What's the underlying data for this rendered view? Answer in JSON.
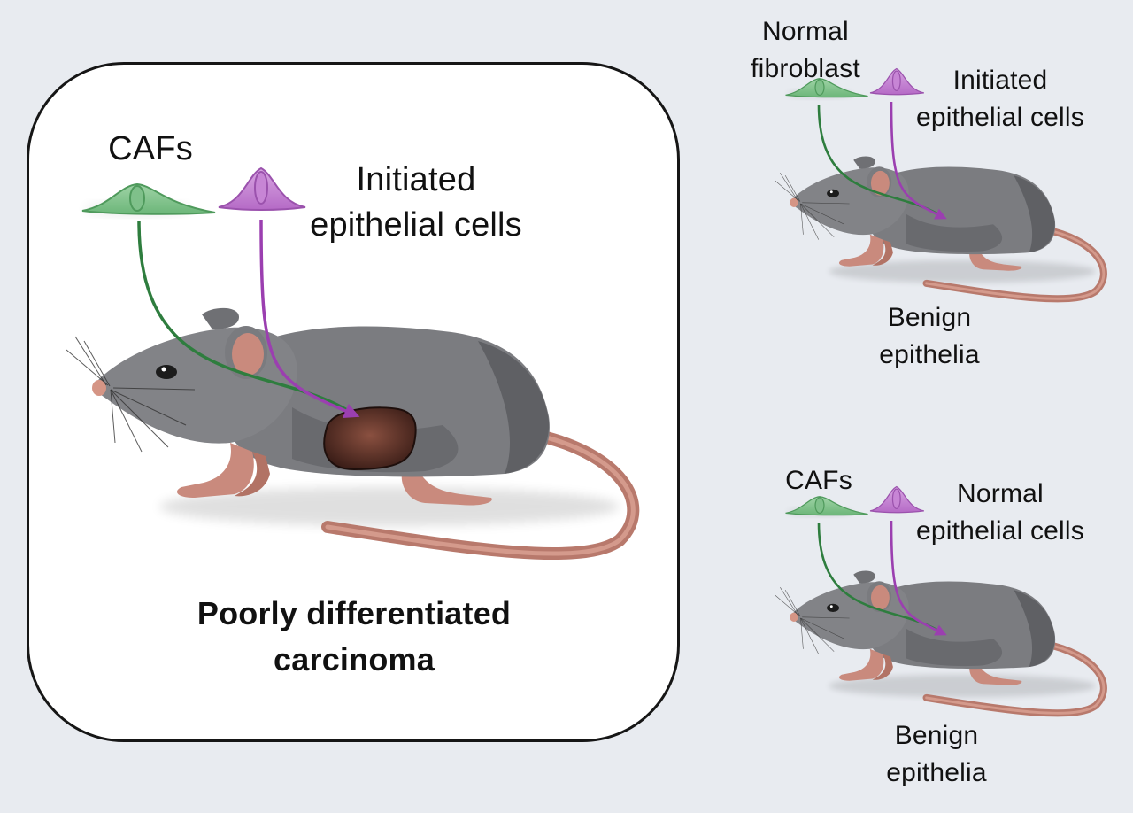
{
  "figure": {
    "colors": {
      "background": "#e8ebf0",
      "panel": "#ffffff",
      "fibroblast": "#6fb77c",
      "fibroblast_arrow": "#2e7d3e",
      "epithelial": "#b86cc9",
      "epithelial_arrow": "#9b3fb0",
      "mouse_body": "#7b7c80",
      "mouse_pink": "#c98a7d",
      "tumor": "#4a2a22"
    },
    "main_panel": {
      "fibroblast_label": "CAFs",
      "epithelial_label_line1": "Initiated",
      "epithelial_label_line2": "epithelial cells",
      "outcome_line1": "Poorly differentiated",
      "outcome_line2": "carcinoma",
      "has_tumor": true
    },
    "top_right_panel": {
      "fibroblast_label_line1": "Normal",
      "fibroblast_label_line2": "fibroblast",
      "epithelial_label_line1": "Initiated",
      "epithelial_label_line2": "epithelial cells",
      "outcome_line1": "Benign",
      "outcome_line2": "epithelia",
      "has_tumor": false
    },
    "bottom_right_panel": {
      "fibroblast_label": "CAFs",
      "epithelial_label_line1": "Normal",
      "epithelial_label_line2": "epithelial cells",
      "outcome_line1": "Benign",
      "outcome_line2": "epithelia",
      "has_tumor": false
    }
  }
}
